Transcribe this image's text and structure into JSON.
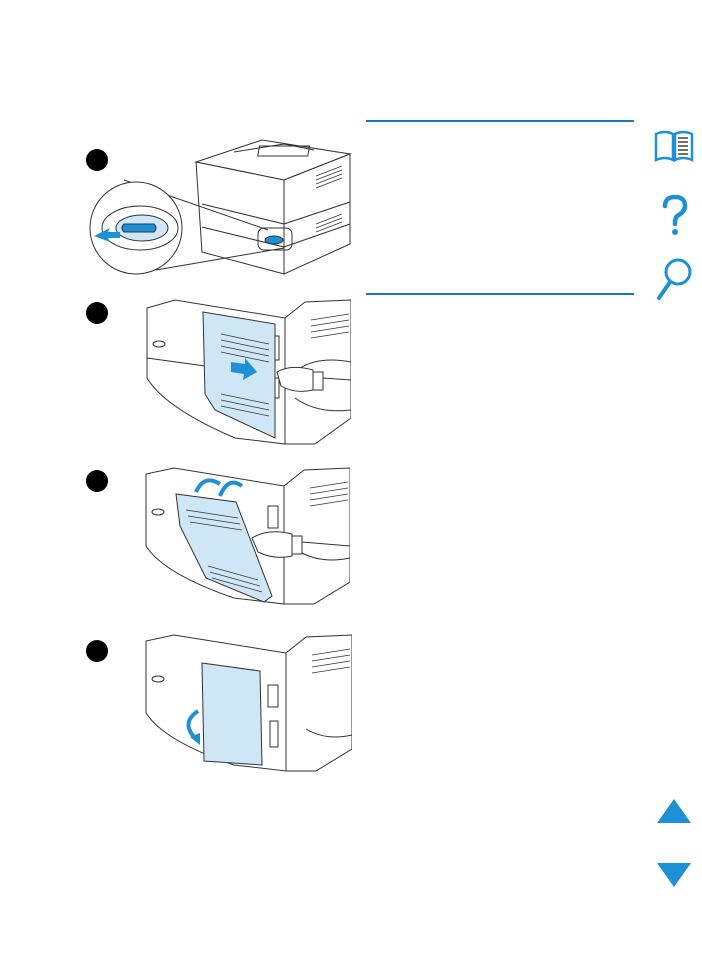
{
  "page": {
    "illustration_names": [
      "printer-power-switch-illustration",
      "side-panel-slide-illustration",
      "side-panel-lift-illustration",
      "side-panel-removed-illustration"
    ]
  },
  "sidebar": {
    "icons": [
      "contents-book-icon",
      "help-question-icon",
      "index-magnifier-icon"
    ]
  },
  "pager": {
    "icons": [
      "previous-page-up-icon",
      "next-page-down-icon"
    ]
  },
  "colors": {
    "accent": "#1e73be",
    "icon_blue": "#1e90d6",
    "panel_fill": "#cfe6f7"
  }
}
